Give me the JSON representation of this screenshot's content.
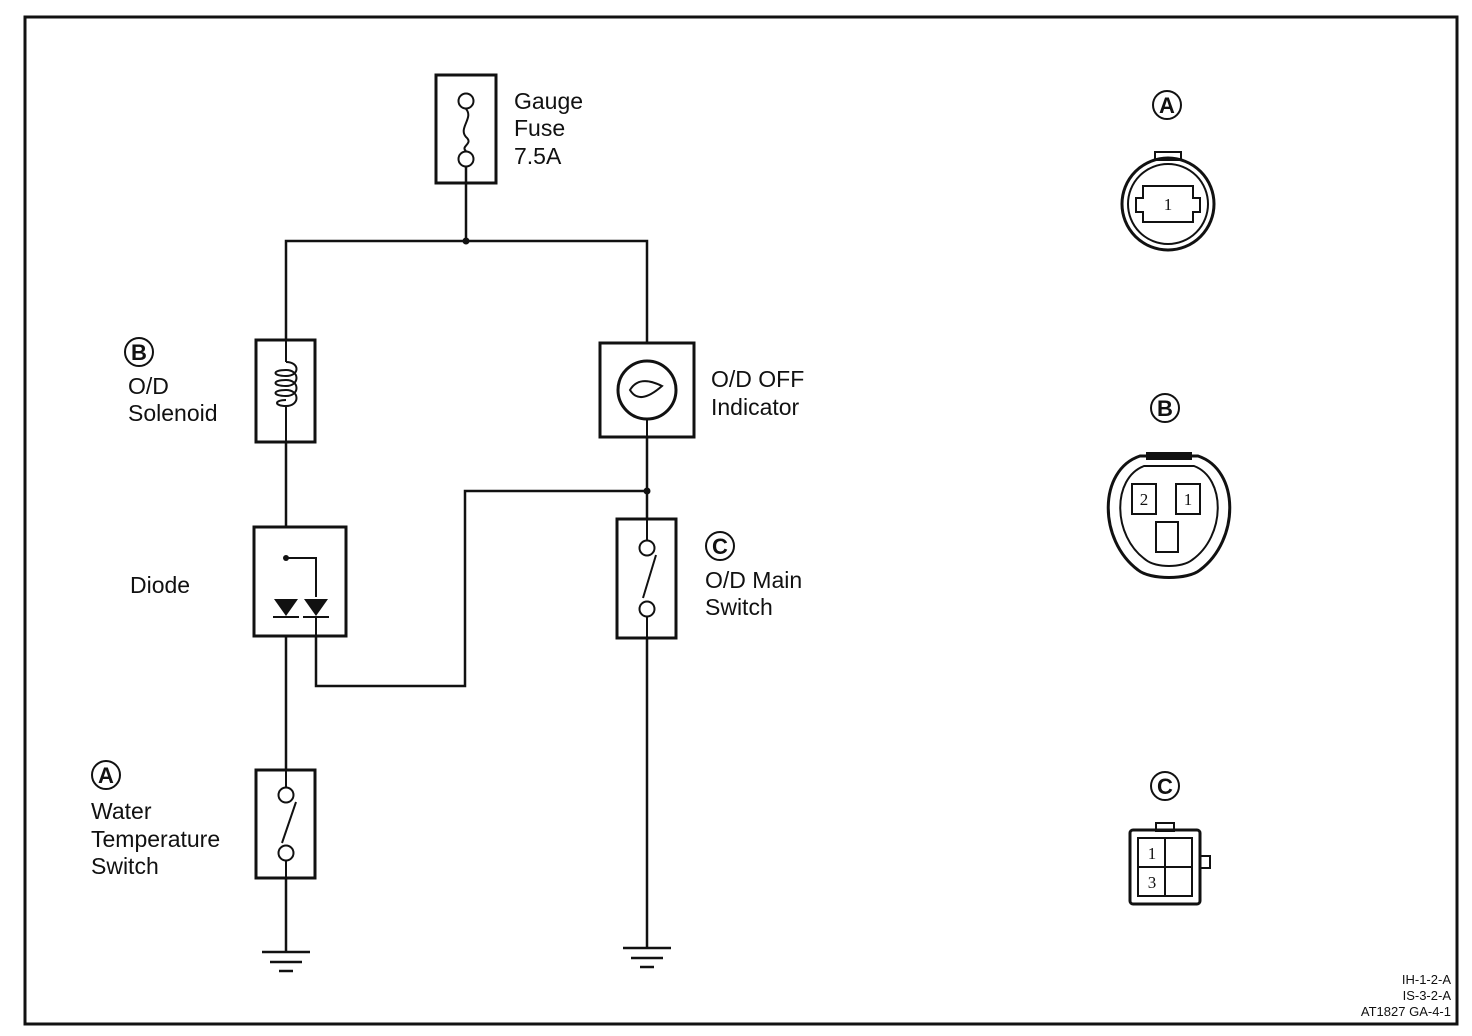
{
  "fuse": {
    "line1": "Gauge",
    "line2": "Fuse",
    "line3": "7.5A"
  },
  "solenoid": {
    "badge": "B",
    "line1": "O/D",
    "line2": "Solenoid"
  },
  "indicator": {
    "line1": "O/D OFF",
    "line2": "Indicator"
  },
  "diode": {
    "label": "Diode"
  },
  "main_switch": {
    "badge": "C",
    "line1": "O/D Main",
    "line2": "Switch"
  },
  "water_switch": {
    "badge": "A",
    "line1": "Water",
    "line2": "Temperature",
    "line3": "Switch"
  },
  "connectors": {
    "a": {
      "badge": "A",
      "pin1": "1"
    },
    "b": {
      "badge": "B",
      "pin1": "2",
      "pin2": "1"
    },
    "c": {
      "badge": "C",
      "pin1": "1",
      "pin2": "3"
    }
  },
  "codes": {
    "line1": "IH-1-2-A",
    "line2": "IS-3-2-A",
    "line3": "AT1827 GA-4-1"
  }
}
